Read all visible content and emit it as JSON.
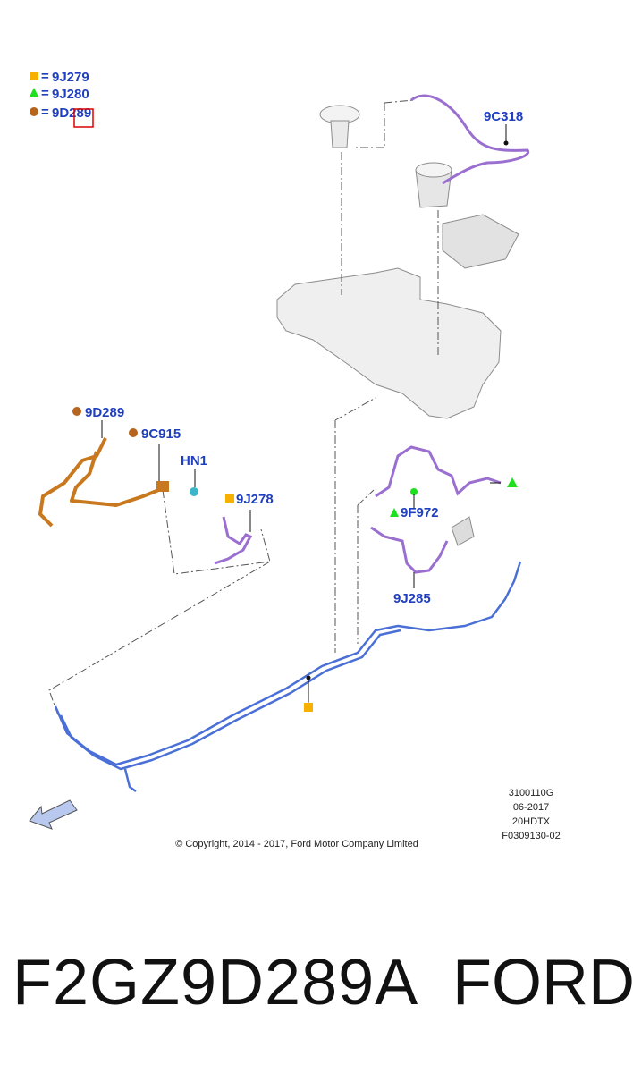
{
  "legend": [
    {
      "symbol": "square",
      "color": "#f5b000",
      "label": "9J279"
    },
    {
      "symbol": "triangle",
      "color": "#1ee01e",
      "label": "9J280"
    },
    {
      "symbol": "circle",
      "color": "#b5651d",
      "label": "9D289"
    }
  ],
  "callouts": {
    "c_9c318": "9C318",
    "c_9d289": "9D289",
    "c_9c915": "9C915",
    "c_hn1": "HN1",
    "c_9j278": "9J278",
    "c_9f972": "9F972",
    "c_9j285": "9J285"
  },
  "info": {
    "line1": "3100110G",
    "line2": "06-2017",
    "line3": "20HDTX",
    "line4": "F0309130-02"
  },
  "copyright": "© Copyright, 2014 - 2017, Ford Motor Company Limited",
  "footer": {
    "part_number": "F2GZ9D289A",
    "brand": "FORD"
  },
  "colors": {
    "label_blue": "#1f3fbf",
    "line_blue": "#4a6fd6",
    "purple": "#9a6fd0",
    "orange": "#c8781e",
    "highlight_red": "#e00000"
  }
}
